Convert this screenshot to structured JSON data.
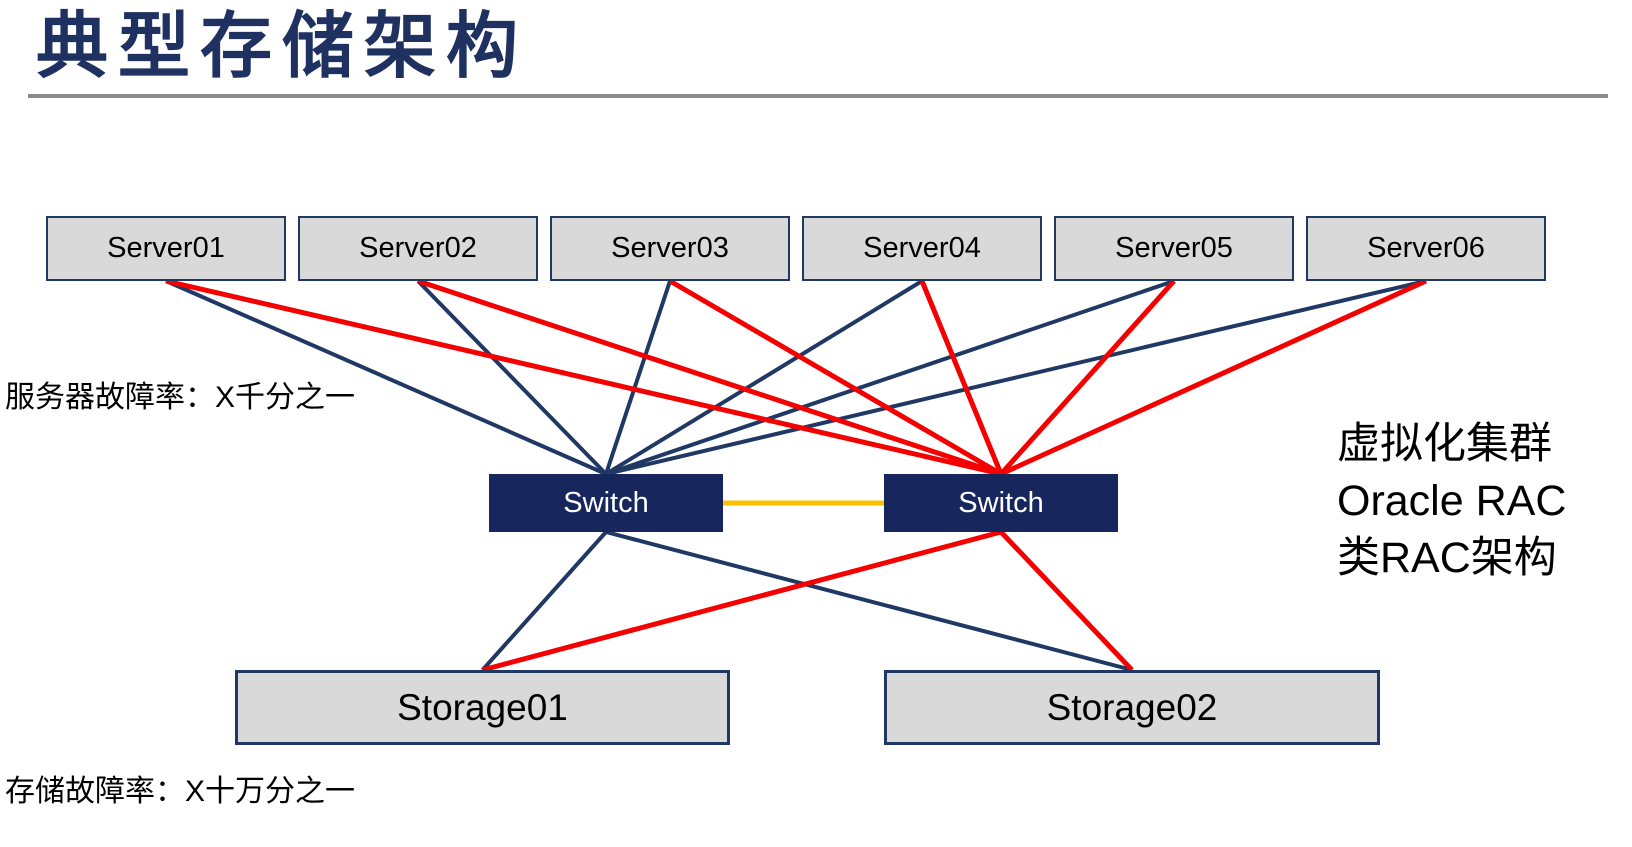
{
  "title": "典型存储架构",
  "annotations": {
    "server_failure_rate": "服务器故障率：X千分之一",
    "storage_failure_rate": "存储故障率：X十万分之一",
    "right_note_lines": [
      "虚拟化集群",
      "Oracle RAC",
      "类RAC架构"
    ]
  },
  "diagram": {
    "servers": [
      {
        "id": "server01",
        "label": "Server01"
      },
      {
        "id": "server02",
        "label": "Server02"
      },
      {
        "id": "server03",
        "label": "Server03"
      },
      {
        "id": "server04",
        "label": "Server04"
      },
      {
        "id": "server05",
        "label": "Server05"
      },
      {
        "id": "server06",
        "label": "Server06"
      }
    ],
    "switches": [
      {
        "id": "switch-a",
        "label": "Switch"
      },
      {
        "id": "switch-b",
        "label": "Switch"
      }
    ],
    "storages": [
      {
        "id": "storage01",
        "label": "Storage01"
      },
      {
        "id": "storage02",
        "label": "Storage02"
      }
    ],
    "edges": [
      {
        "from": "server01",
        "to": "switch-a",
        "color": "navy"
      },
      {
        "from": "server02",
        "to": "switch-a",
        "color": "navy"
      },
      {
        "from": "server03",
        "to": "switch-a",
        "color": "navy"
      },
      {
        "from": "server04",
        "to": "switch-a",
        "color": "navy"
      },
      {
        "from": "server05",
        "to": "switch-a",
        "color": "navy"
      },
      {
        "from": "server06",
        "to": "switch-a",
        "color": "navy"
      },
      {
        "from": "switch-a",
        "to": "storage01",
        "color": "navy"
      },
      {
        "from": "switch-a",
        "to": "storage02",
        "color": "navy"
      },
      {
        "from": "server01",
        "to": "switch-b",
        "color": "red"
      },
      {
        "from": "server02",
        "to": "switch-b",
        "color": "red"
      },
      {
        "from": "server03",
        "to": "switch-b",
        "color": "red"
      },
      {
        "from": "server04",
        "to": "switch-b",
        "color": "red"
      },
      {
        "from": "server05",
        "to": "switch-b",
        "color": "red"
      },
      {
        "from": "server06",
        "to": "switch-b",
        "color": "red"
      },
      {
        "from": "switch-b",
        "to": "storage01",
        "color": "red"
      },
      {
        "from": "switch-b",
        "to": "storage02",
        "color": "red"
      },
      {
        "from": "switch-a",
        "to": "switch-b",
        "color": "orange"
      }
    ],
    "colors": {
      "navy": "#203864",
      "red": "#F40000",
      "orange": "#FFC000",
      "box_fill": "#D9D9D9",
      "switch_fill": "#17265C",
      "title": "#1F3161",
      "rule": "#8A8A8A"
    }
  }
}
